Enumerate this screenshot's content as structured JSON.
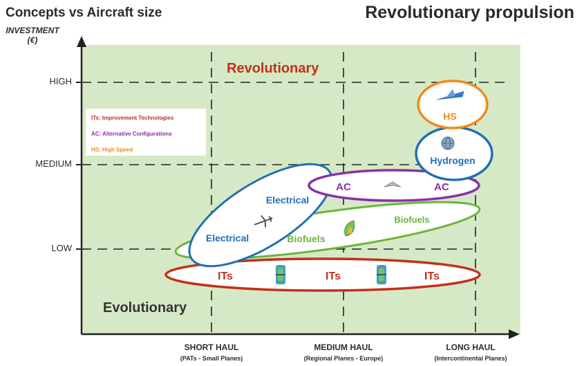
{
  "title_left": "Concepts vs Aircraft size",
  "title_right": "Revolutionary propulsion",
  "y_axis": {
    "label_line1": "INVESTMENT",
    "label_line2": "(€)",
    "ticks": [
      "HIGH",
      "MEDIUM",
      "LOW"
    ]
  },
  "x_axis": {
    "ticks": [
      {
        "label": "SHORT HAUL",
        "sub": "(PATs - Small Planes)"
      },
      {
        "label": "MEDIUM HAUL",
        "sub": "(Regional Planes - Europe)"
      },
      {
        "label": "LONG HAUL",
        "sub": "(Intercontinental Planes)"
      }
    ]
  },
  "legend": {
    "items": [
      {
        "text": "ITs: Improvement Technologies",
        "color": "#c0311b"
      },
      {
        "text": "AC: Alternative Configurations",
        "color": "#8b2fa8"
      },
      {
        "text": "HS: High Speed",
        "color": "#f08a1c"
      }
    ]
  },
  "zones": {
    "top": "Revolutionary",
    "bottom": "Evolutionary"
  },
  "concepts": {
    "its": {
      "labels": [
        "ITs",
        "ITs",
        "ITs"
      ],
      "color": "#c0311b"
    },
    "electrical": {
      "labels": [
        "Electrical",
        "Electrical"
      ],
      "color": "#1f6fb5"
    },
    "biofuels": {
      "labels": [
        "Biofuels",
        "Biofuels"
      ],
      "color": "#6db33f"
    },
    "ac": {
      "labels": [
        "AC",
        "AC"
      ],
      "color": "#8b2fa8"
    },
    "hydrogen": {
      "label": "Hydrogen",
      "color": "#1f6fb5"
    },
    "hs": {
      "label": "HS",
      "color": "#f08a1c"
    }
  },
  "colors": {
    "background": "#d6e9c6",
    "axis": "#222222"
  },
  "icons": [
    "airplane-icon",
    "engine-icon",
    "biofuel-leaf-icon",
    "globe-icon",
    "blended-wing-icon",
    "supersonic-jet-icon"
  ]
}
